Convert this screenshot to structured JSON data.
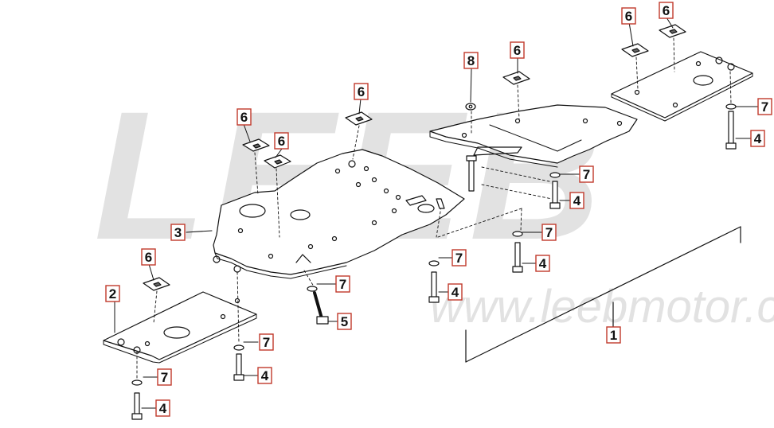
{
  "watermark": {
    "brand": "LEEB",
    "url": "www.leebmotor.co"
  },
  "colors": {
    "line": "#111111",
    "callout_border": "#c0392b",
    "callout_fill": "#ffffff",
    "watermark": "#e6e6e6"
  },
  "callouts": [
    {
      "id": "c1",
      "label": "1"
    },
    {
      "id": "c2",
      "label": "2"
    },
    {
      "id": "c3",
      "label": "3"
    },
    {
      "id": "c4a",
      "label": "4"
    },
    {
      "id": "c4b",
      "label": "4"
    },
    {
      "id": "c4c",
      "label": "4"
    },
    {
      "id": "c4d",
      "label": "4"
    },
    {
      "id": "c4e",
      "label": "4"
    },
    {
      "id": "c4f",
      "label": "4"
    },
    {
      "id": "c5",
      "label": "5"
    },
    {
      "id": "c6a",
      "label": "6"
    },
    {
      "id": "c6b",
      "label": "6"
    },
    {
      "id": "c6c",
      "label": "6"
    },
    {
      "id": "c6d",
      "label": "6"
    },
    {
      "id": "c6e",
      "label": "6"
    },
    {
      "id": "c6f",
      "label": "6"
    },
    {
      "id": "c6g",
      "label": "6"
    },
    {
      "id": "c7a",
      "label": "7"
    },
    {
      "id": "c7b",
      "label": "7"
    },
    {
      "id": "c7c",
      "label": "7"
    },
    {
      "id": "c7d",
      "label": "7"
    },
    {
      "id": "c7e",
      "label": "7"
    },
    {
      "id": "c7f",
      "label": "7"
    },
    {
      "id": "c7g",
      "label": "7"
    },
    {
      "id": "c8",
      "label": "8"
    }
  ]
}
